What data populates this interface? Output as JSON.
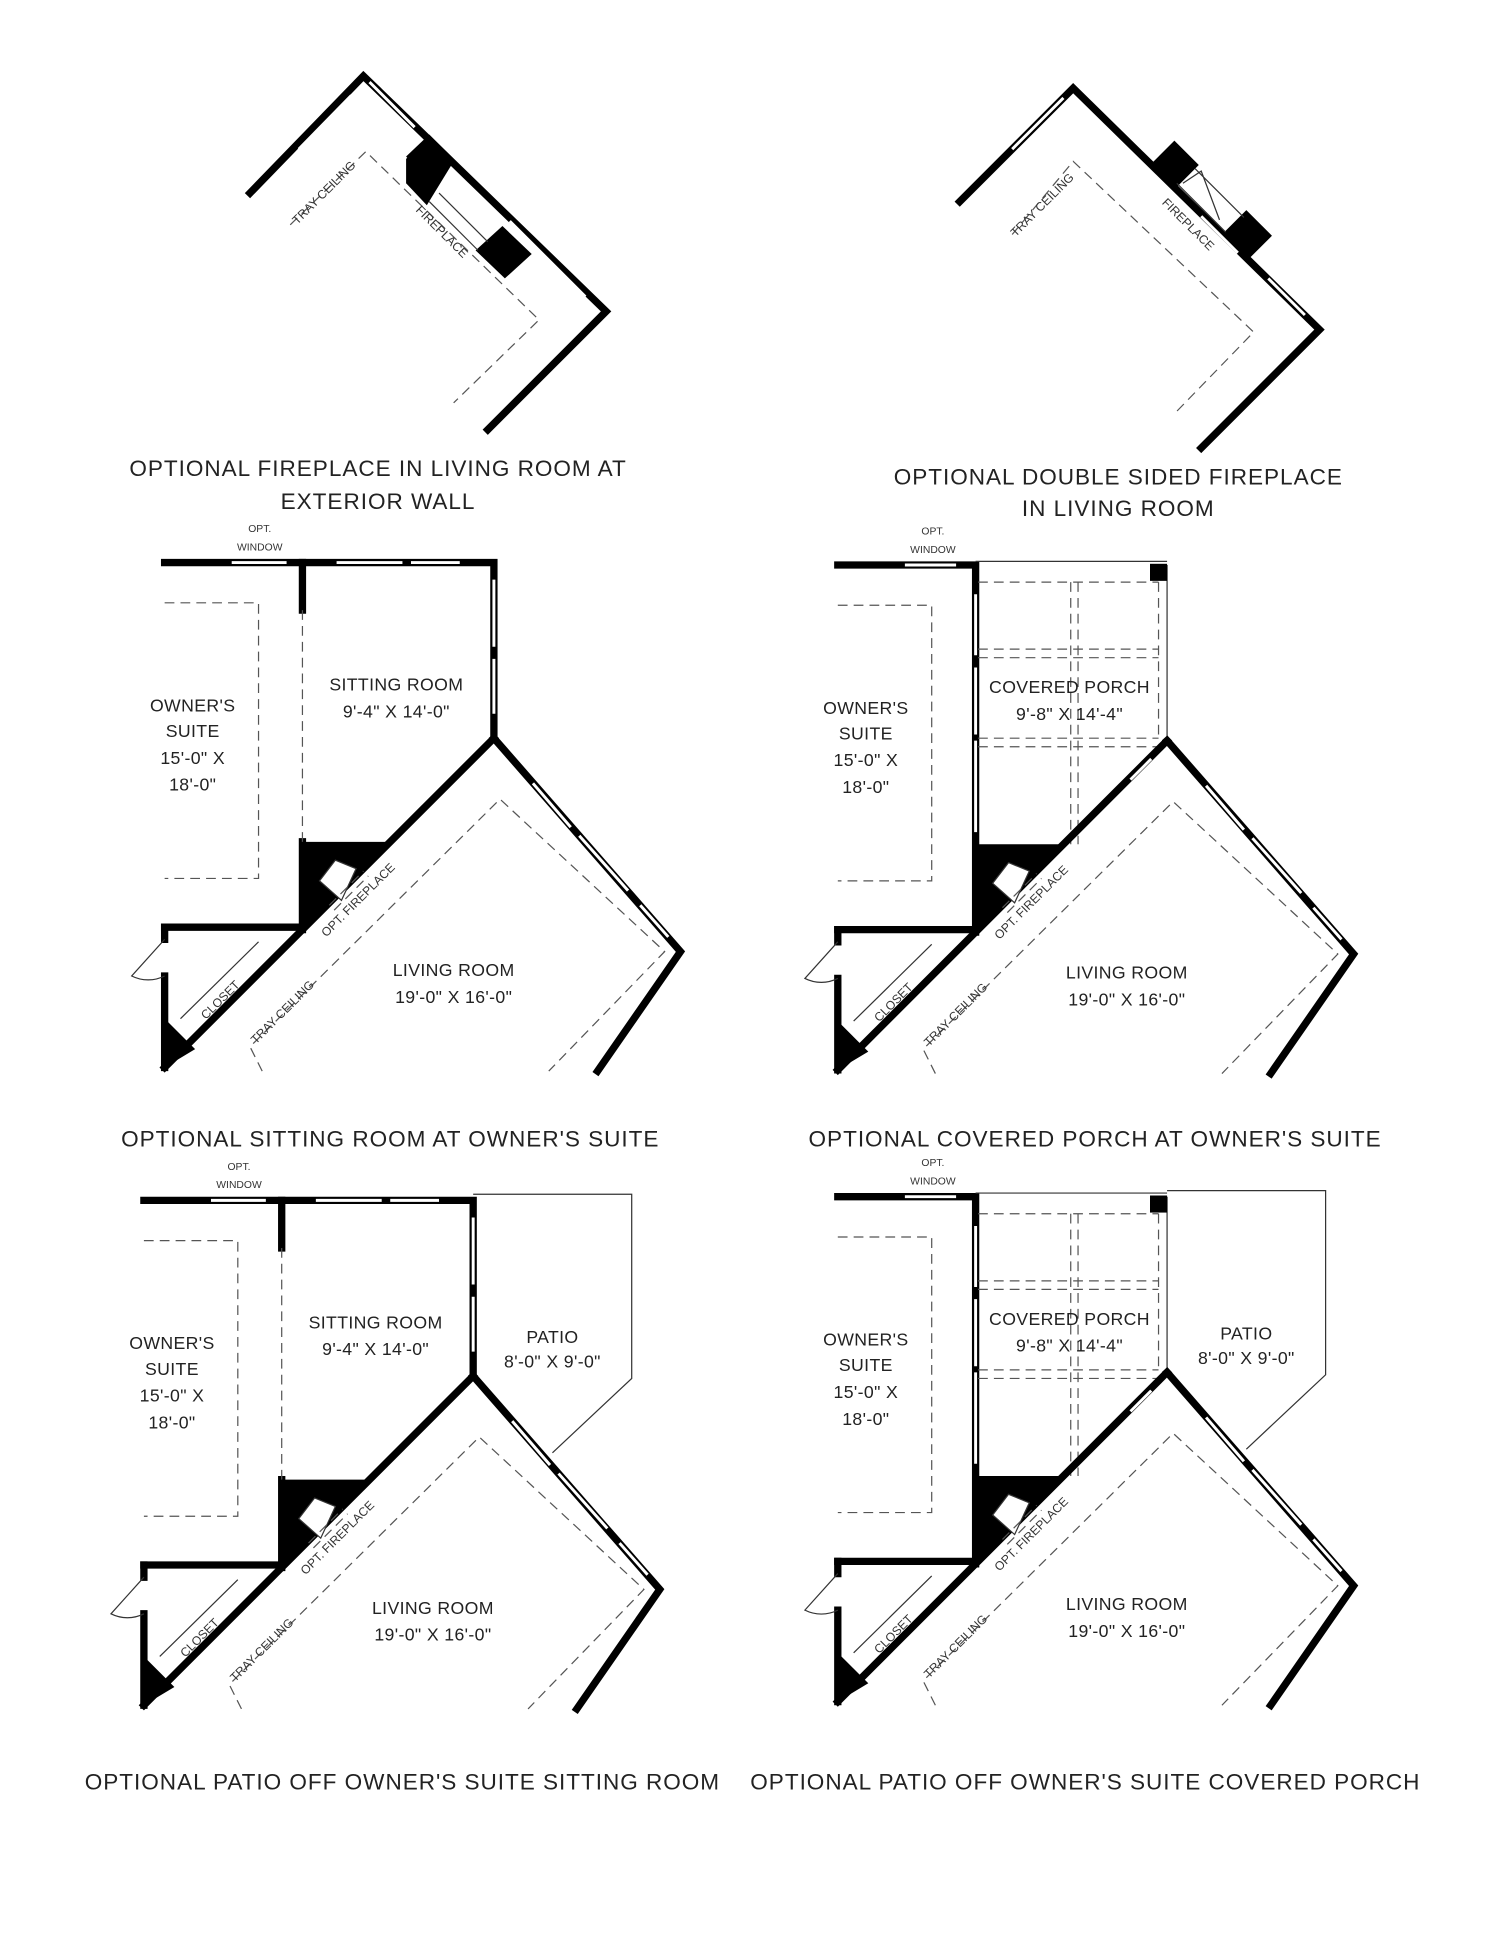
{
  "panels": [
    {
      "caption": [
        "OPTIONAL FIREPLACE IN LIVING ROOM AT",
        "EXTERIOR WALL"
      ],
      "tray_ceiling": "TRAY CEILING",
      "fireplace": "FIREPLACE"
    },
    {
      "caption": [
        "OPTIONAL  DOUBLE SIDED FIREPLACE",
        "IN LIVING ROOM"
      ],
      "tray_ceiling": "TRAY CEILING",
      "fireplace": "FIREPLACE"
    },
    {
      "caption": [
        "OPTIONAL SITTING ROOM AT OWNER'S SUITE"
      ],
      "opt_window": [
        "OPT.",
        "WINDOW"
      ],
      "owners_suite": [
        "OWNER'S",
        "SUITE",
        "15'-0\" X",
        "18'-0\""
      ],
      "room": {
        "name": "SITTING ROOM",
        "size": "9'-4\" X 14'-0\""
      },
      "living_room": {
        "name": "LIVING ROOM",
        "size": "19'-0\" X 16'-0\""
      },
      "opt_fireplace": "OPT. FIREPLACE",
      "closet": "CLOSET",
      "tray_ceiling": "TRAY CEILING"
    },
    {
      "caption": [
        "OPTIONAL COVERED PORCH AT OWNER'S SUITE"
      ],
      "opt_window": [
        "OPT.",
        "WINDOW"
      ],
      "owners_suite": [
        "OWNER'S",
        "SUITE",
        "15'-0\" X",
        "18'-0\""
      ],
      "room": {
        "name": "COVERED PORCH",
        "size": "9'-8\" X 14'-4\""
      },
      "living_room": {
        "name": "LIVING ROOM",
        "size": "19'-0\" X 16'-0\""
      },
      "opt_fireplace": "OPT. FIREPLACE",
      "closet": "CLOSET",
      "tray_ceiling": "TRAY CEILING"
    },
    {
      "caption": [
        "OPTIONAL PATIO OFF OWNER'S SUITE SITTING ROOM"
      ],
      "opt_window": [
        "OPT.",
        "WINDOW"
      ],
      "owners_suite": [
        "OWNER'S",
        "SUITE",
        "15'-0\" X",
        "18'-0\""
      ],
      "room": {
        "name": "SITTING ROOM",
        "size": "9'-4\" X 14'-0\""
      },
      "patio": {
        "name": "PATIO",
        "size": "8'-0\" X 9'-0\""
      },
      "living_room": {
        "name": "LIVING ROOM",
        "size": "19'-0\" X 16'-0\""
      },
      "opt_fireplace": "OPT. FIREPLACE",
      "closet": "CLOSET",
      "tray_ceiling": "TRAY CEILING"
    },
    {
      "caption": [
        "OPTIONAL PATIO OFF OWNER'S SUITE COVERED PORCH"
      ],
      "opt_window": [
        "OPT.",
        "WINDOW"
      ],
      "owners_suite": [
        "OWNER'S",
        "SUITE",
        "15'-0\" X",
        "18'-0\""
      ],
      "room": {
        "name": "COVERED PORCH",
        "size": "9'-8\" X 14'-4\""
      },
      "patio": {
        "name": "PATIO",
        "size": "8'-0\" X 9'-0\""
      },
      "living_room": {
        "name": "LIVING ROOM",
        "size": "19'-0\" X 16'-0\""
      },
      "opt_fireplace": "OPT. FIREPLACE",
      "closet": "CLOSET",
      "tray_ceiling": "TRAY CEILING"
    }
  ]
}
